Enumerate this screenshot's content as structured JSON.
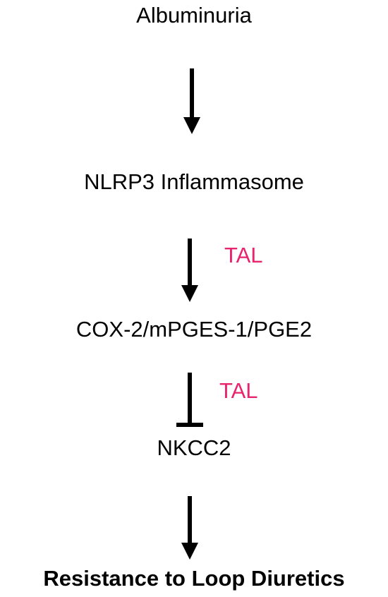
{
  "nodes": {
    "albuminuria": "Albuminuria",
    "nlrp3": "NLRP3 Inflammasome",
    "cox2": "COX-2/mPGES-1/PGE2",
    "nkcc2": "NKCC2",
    "resistance": "Resistance to Loop Diuretics"
  },
  "edges": [
    {
      "from": "Albuminuria",
      "to": "NLRP3 Inflammasome",
      "type": "activation",
      "label": ""
    },
    {
      "from": "NLRP3 Inflammasome",
      "to": "COX-2/mPGES-1/PGE2",
      "type": "activation",
      "label": "TAL"
    },
    {
      "from": "COX-2/mPGES-1/PGE2",
      "to": "NKCC2",
      "type": "inhibition",
      "label": "TAL"
    },
    {
      "from": "NKCC2",
      "to": "Resistance to Loop Diuretics",
      "type": "activation",
      "label": ""
    }
  ],
  "labels": {
    "tal_1": "TAL",
    "tal_2": "TAL"
  },
  "colors": {
    "text": "#000000",
    "arrows": "#000000",
    "site_label": "#e8246e"
  }
}
